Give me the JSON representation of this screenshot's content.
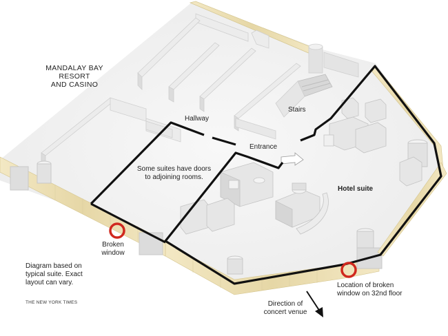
{
  "labels": {
    "resort": "MANDALAY BAY\nRESORT\nAND CASINO",
    "hallway": "Hallway",
    "stairs": "Stairs",
    "entrance": "Entrance",
    "doors_note": "Some suites have doors\nto adjoining rooms.",
    "hotel_suite": "Hotel suite",
    "broken_window": "Broken\nwindow",
    "diagram_note": "Diagram based on\ntypical suite. Exact\nlayout can vary.",
    "credit": "THE NEW YORK TIMES",
    "broken_location": "Location of broken\nwindow on 32nd floor",
    "direction": "Direction of\nconcert venue"
  },
  "icons": {
    "window_marker": "red-circle-icon",
    "direction": "arrow-down-right-icon",
    "entrance": "arrow-right-icon"
  },
  "colors": {
    "marker": "#d0281e",
    "outline": "#111111",
    "wall": "#eeeeee",
    "floor": "#f4f4f4",
    "glass": "#ecdfb4"
  }
}
